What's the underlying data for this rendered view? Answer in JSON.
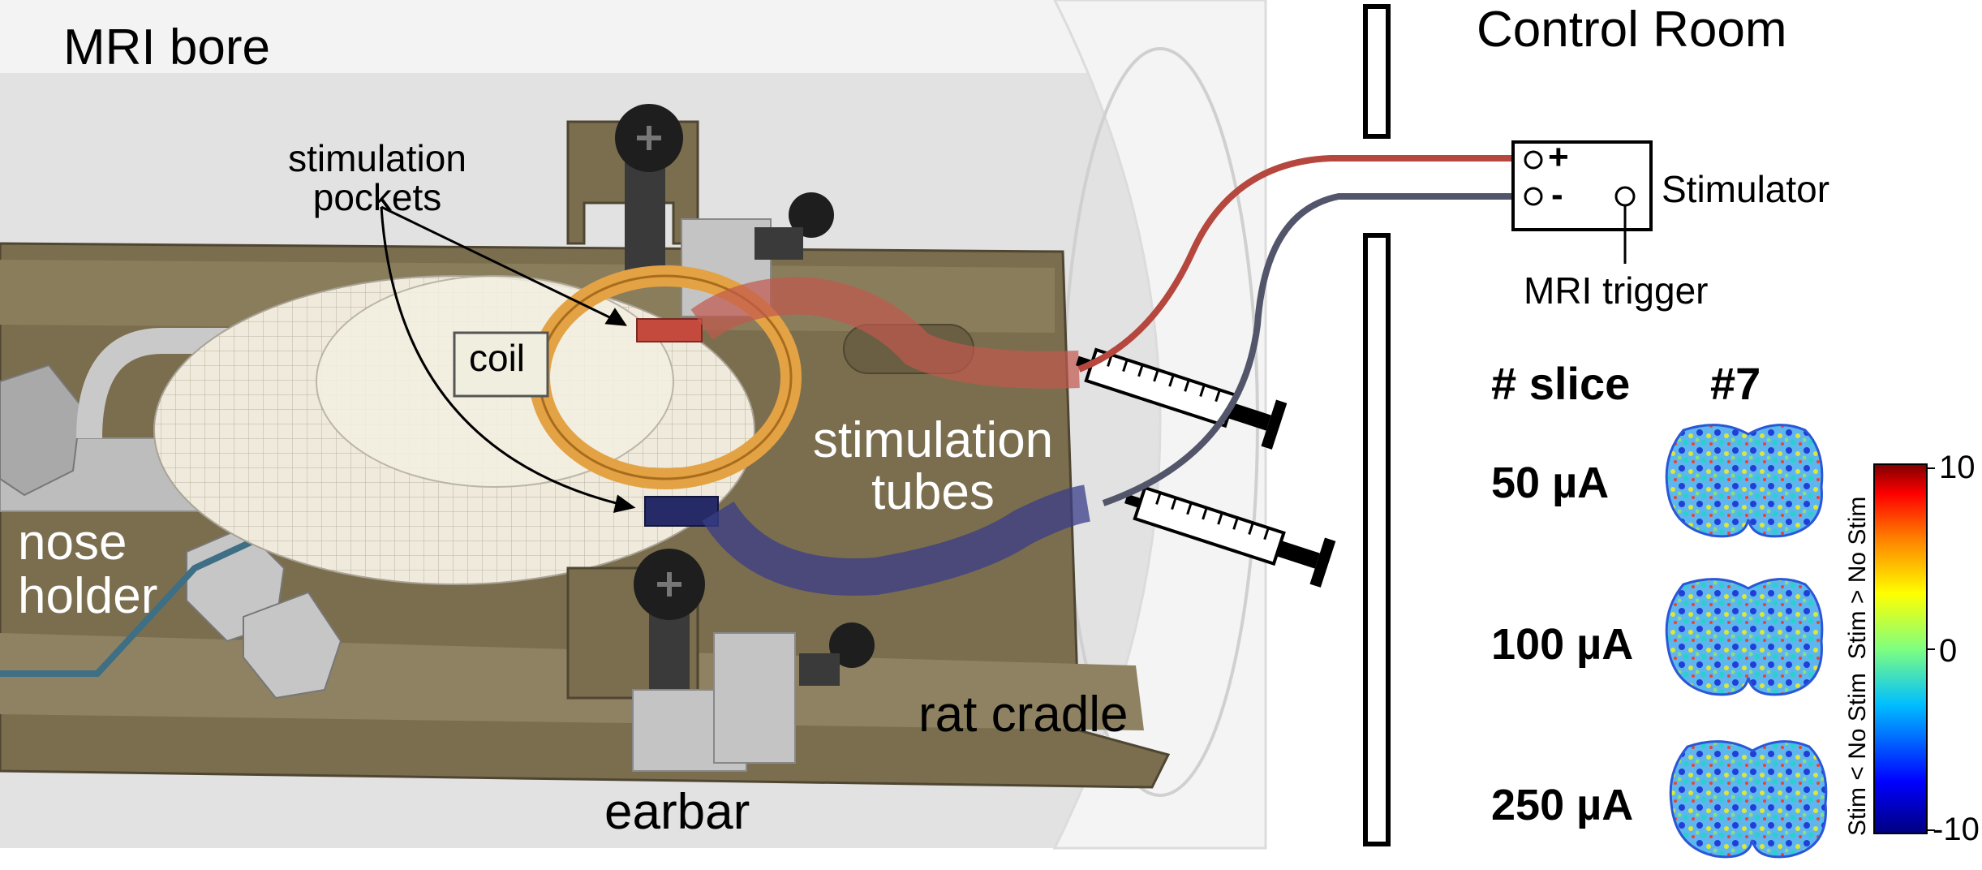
{
  "labels": {
    "mri_bore": "MRI bore",
    "control_room": "Control Room",
    "stimulation_pockets": [
      "stimulation",
      "pockets"
    ],
    "coil": "coil",
    "stimulation_tubes": [
      "stimulation",
      "tubes"
    ],
    "nose_holder": [
      "nose",
      "holder"
    ],
    "rat_cradle": "rat cradle",
    "earbar": "earbar",
    "stimulator": "Stimulator",
    "stim_plus": "+",
    "stim_minus": "-",
    "mri_trigger": "MRI trigger",
    "slice_header": "# slice",
    "slice_number": "#7"
  },
  "current_levels": [
    "50 µA",
    "100 µA",
    "250 µA"
  ],
  "colorbar": {
    "max": "10",
    "zero": "0",
    "min": "-10",
    "label": "Stim < No Stim  Stim > No Stim",
    "gradient": [
      "#00007f",
      "#0000ff",
      "#00bfff",
      "#7fff7f",
      "#ffff00",
      "#ff7f00",
      "#ff0000",
      "#7f0000"
    ]
  },
  "colors": {
    "red_lead": "#b5473e",
    "blue_lead": "#53556b",
    "red_tube": "#c2584d",
    "blue_tube": "#3a3d88",
    "coil_ring": "#e3a244",
    "cradle": "#7b6e4e",
    "bore_fill": "#e6e6e6"
  }
}
